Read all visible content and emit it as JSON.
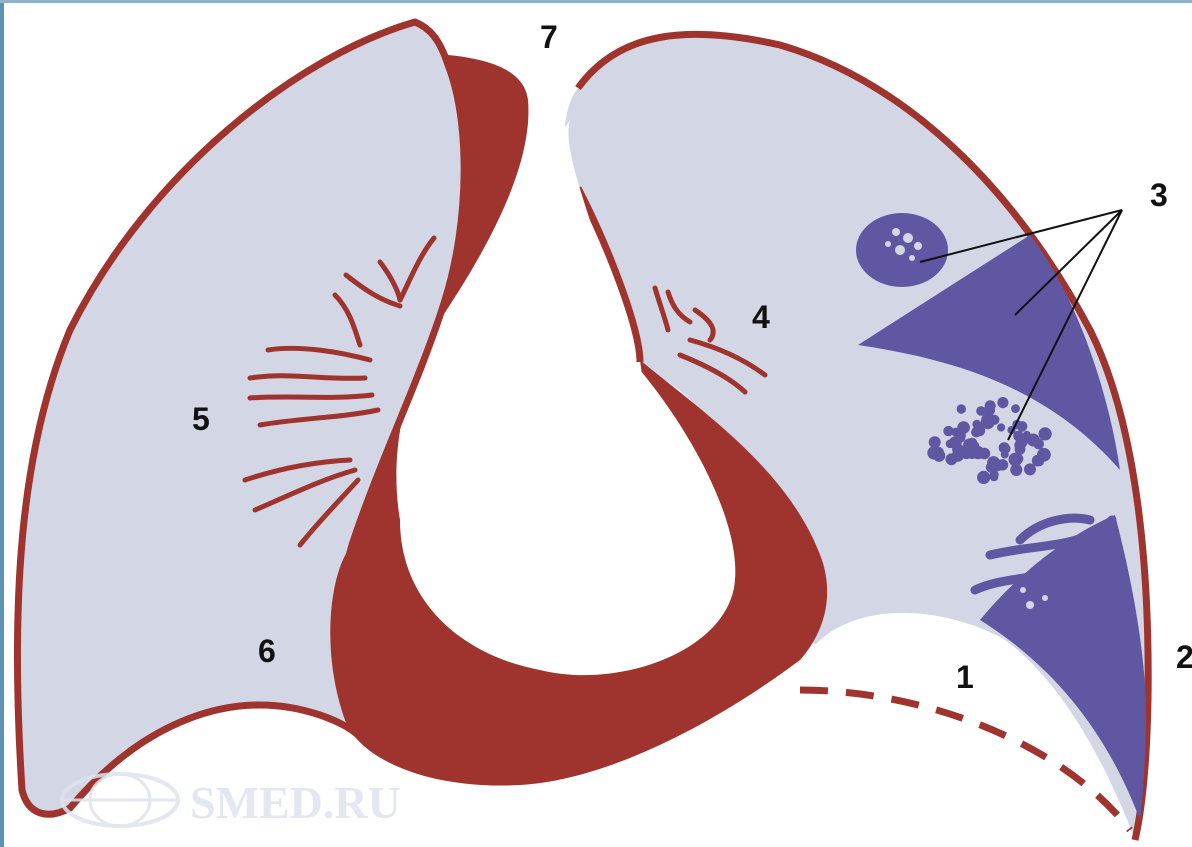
{
  "labels": {
    "l1": "1",
    "l2": "2",
    "l3": "3",
    "l4": "4",
    "l5": "5",
    "l6": "6",
    "l7": "7"
  },
  "watermark": {
    "text": "SMED.RU",
    "logo_icon": "globe-logo-icon"
  },
  "colors": {
    "lung_fill": "#d3d6e4",
    "pleura_red": "#9e342d",
    "lesion_purple": "#5f57a2",
    "edge_teal": "#5e93b5",
    "background": "#ffffff"
  }
}
